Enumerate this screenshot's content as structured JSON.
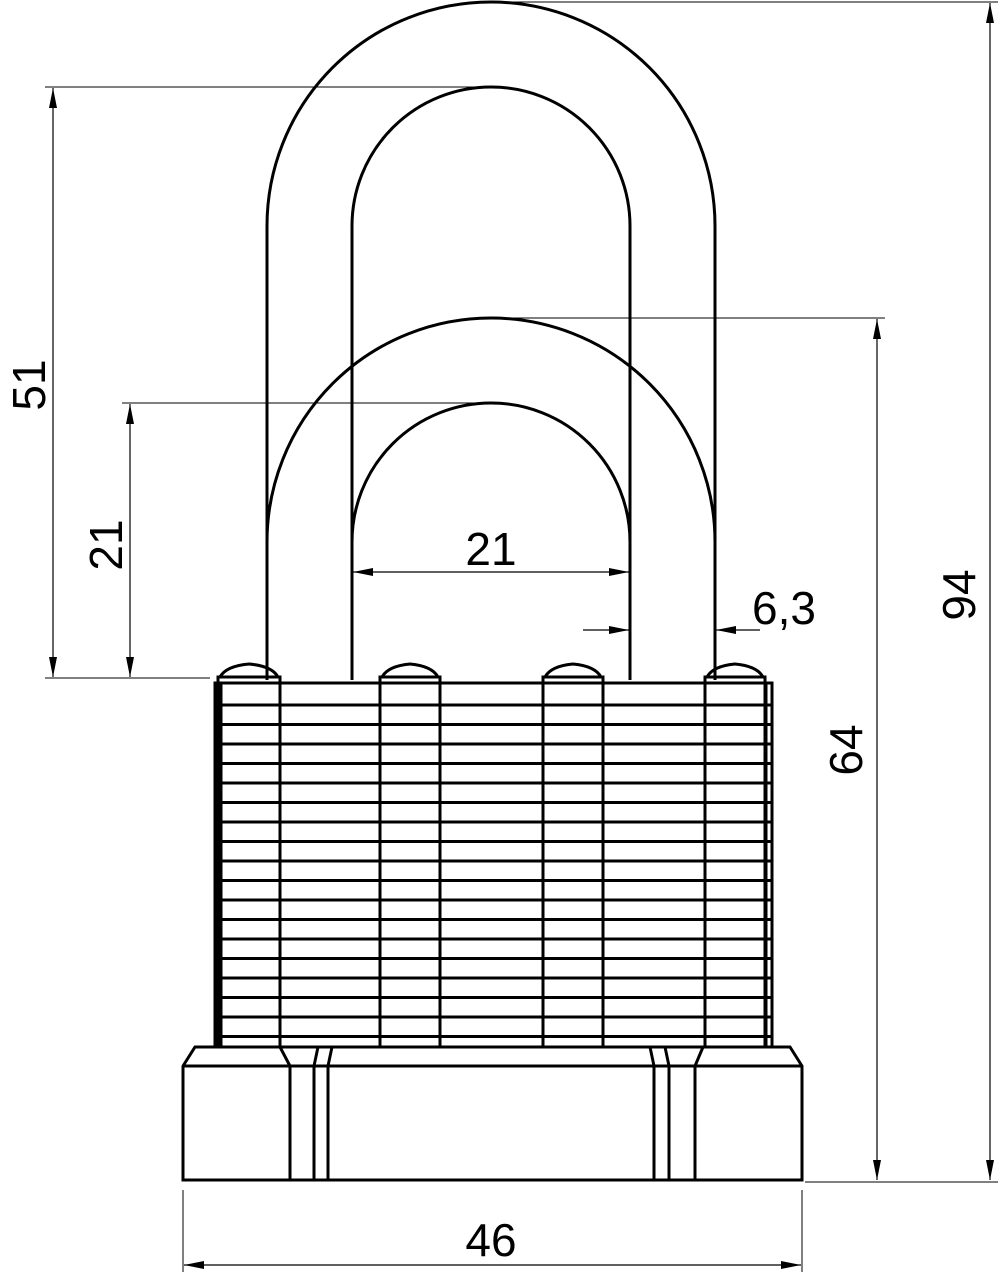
{
  "drawing": {
    "subject": "padlock",
    "dimensions": {
      "shackle_clearance_long": "51",
      "shackle_clearance_short": "21",
      "shackle_inner_width": "21",
      "shackle_diameter": "6,3",
      "height_short": "64",
      "height_long": "94",
      "body_width": "46"
    }
  }
}
